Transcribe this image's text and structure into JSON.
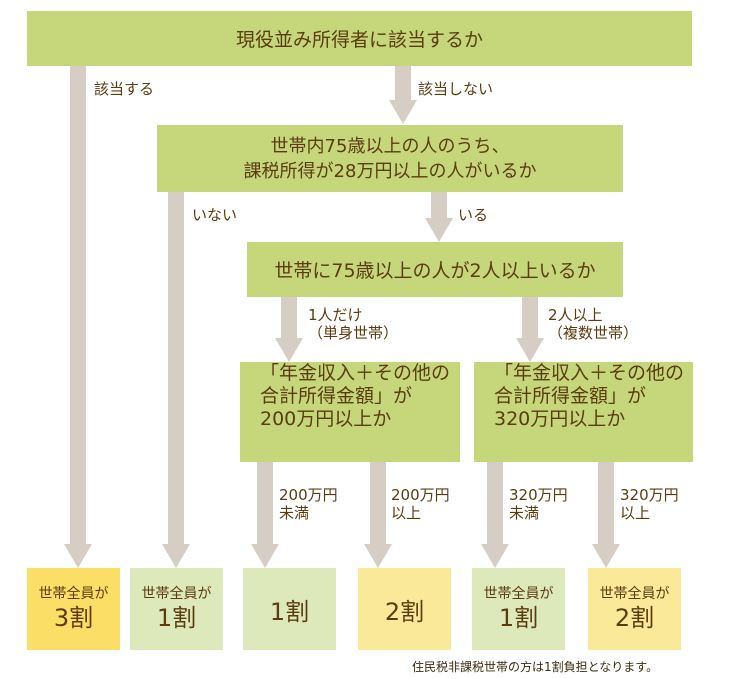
{
  "colors": {
    "decision_box": "#c5d77a",
    "arrow": "#d6cec4",
    "text": "#5a3c10",
    "result_yellow_strong": "#fbde66",
    "result_green_light": "#dde8bb",
    "result_yellow_light": "#fbe99a"
  },
  "nodes": {
    "q1": {
      "text": "現役並み所得者に該当するか"
    },
    "q2": {
      "line1": "世帯内75歳以上の人のうち、",
      "line2": "課税所得が28万円以上の人がいるか"
    },
    "q3": {
      "text": "世帯に75歳以上の人が2人以上いるか"
    },
    "q4a": {
      "line1": "「年金収入＋その他の",
      "line2": "合計所得金額」が",
      "line3": "200万円以上か"
    },
    "q4b": {
      "line1": "「年金収入＋その他の",
      "line2": "合計所得金額」が",
      "line3": "320万円以上か"
    }
  },
  "edges": {
    "q1_yes": "該当する",
    "q1_no": "該当しない",
    "q2_no": "いない",
    "q2_yes": "いる",
    "q3_single": {
      "line1": "1人だけ",
      "line2": "（単身世帯）"
    },
    "q3_multi": {
      "line1": "2人以上",
      "line2": "（複数世帯）"
    },
    "q4a_under": {
      "line1": "200万円",
      "line2": "未満"
    },
    "q4a_over": {
      "line1": "200万円",
      "line2": "以上"
    },
    "q4b_under": {
      "line1": "320万円",
      "line2": "未満"
    },
    "q4b_over": {
      "line1": "320万円",
      "line2": "以上"
    }
  },
  "results": [
    {
      "top": "世帯全員が",
      "main": "3割",
      "style": "yellow-strong"
    },
    {
      "top": "世帯全員が",
      "main": "1割",
      "style": "green-light"
    },
    {
      "top": "",
      "main": "1割",
      "style": "green-light"
    },
    {
      "top": "",
      "main": "2割",
      "style": "yellow-light"
    },
    {
      "top": "世帯全員が",
      "main": "1割",
      "style": "green-light"
    },
    {
      "top": "世帯全員が",
      "main": "2割",
      "style": "yellow-light"
    }
  ],
  "footnote": "住民税非課税世帯の方は1割負担となります。"
}
